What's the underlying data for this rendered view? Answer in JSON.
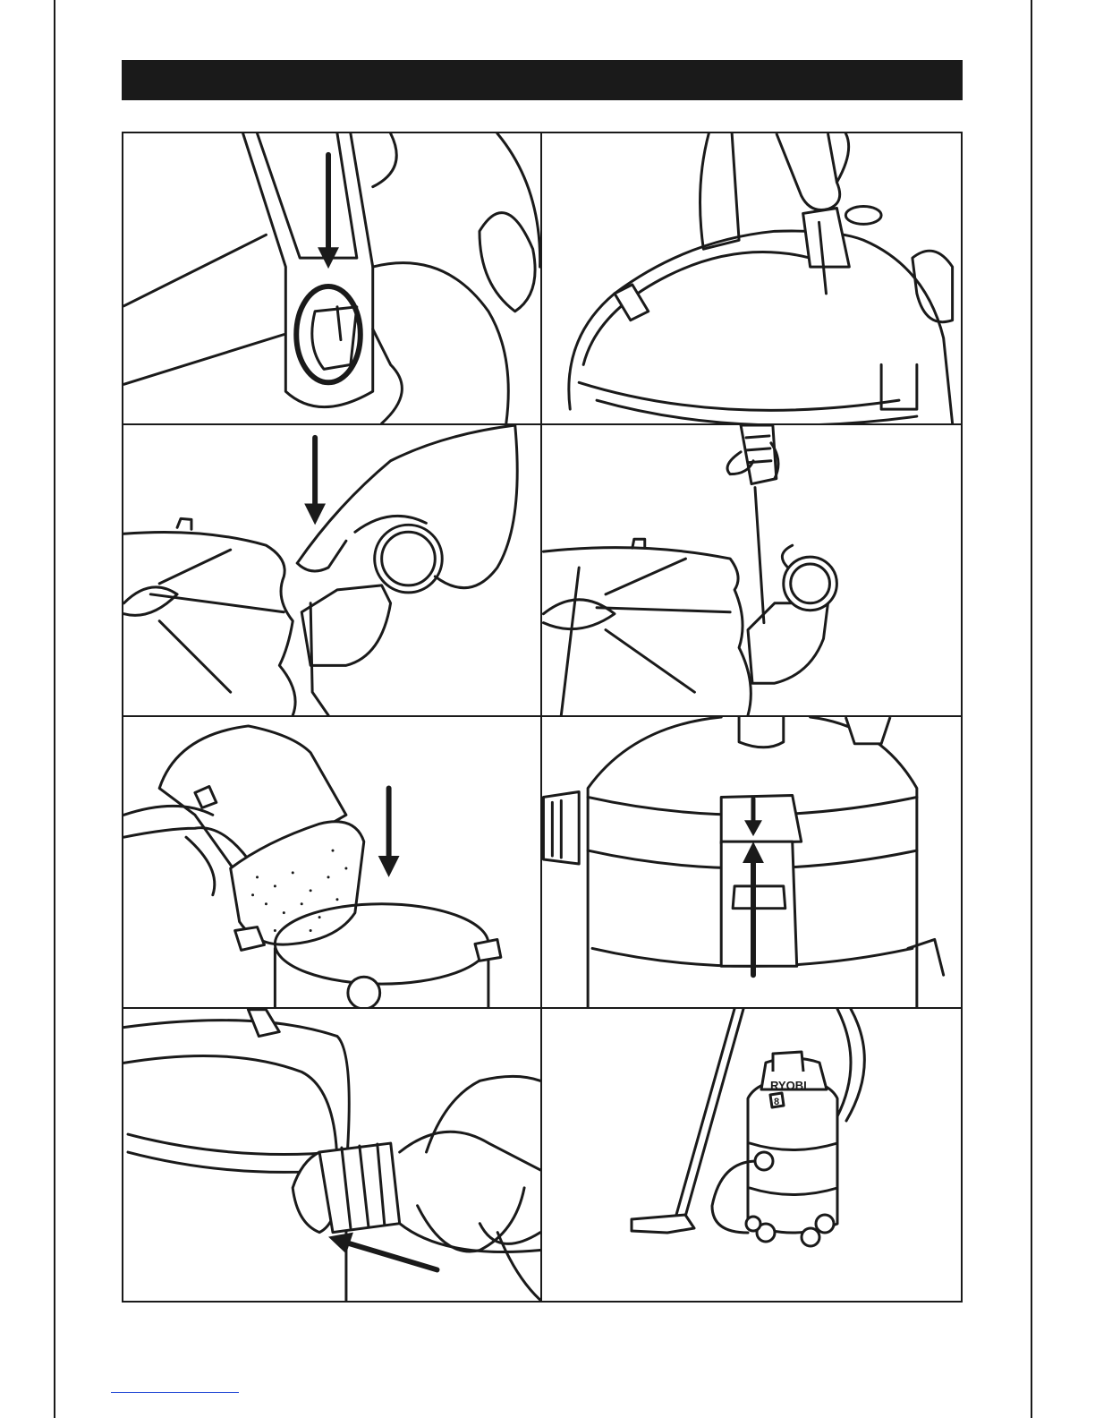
{
  "document": {
    "header_bar_color": "#1a1a1a",
    "panels": [
      {
        "id": "release-latch-handle",
        "arrows": [
          "down"
        ]
      },
      {
        "id": "lift-powerhead-by-handle",
        "arrows": []
      },
      {
        "id": "press-caster-latch",
        "arrows": [
          "down"
        ]
      },
      {
        "id": "screwdriver-caster",
        "arrows": []
      },
      {
        "id": "insert-filter-into-drum",
        "arrows": [
          "down"
        ]
      },
      {
        "id": "latch-powerhead-to-drum",
        "arrows": [
          "down",
          "up"
        ]
      },
      {
        "id": "attach-hose-to-inlet",
        "arrows": [
          "left"
        ]
      },
      {
        "id": "assembled-vacuum",
        "arrows": []
      }
    ],
    "brand_label": "RYOBI",
    "model_badge": "8"
  }
}
